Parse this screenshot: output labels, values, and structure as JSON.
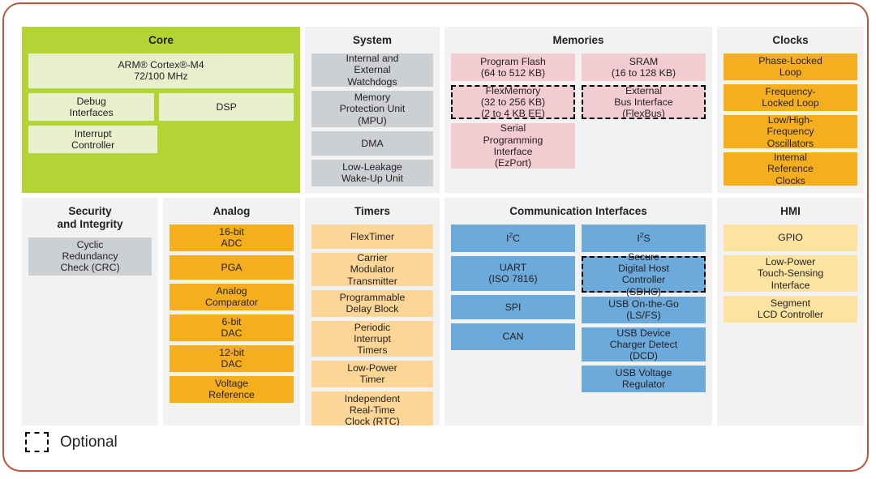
{
  "legend": {
    "optional_label": "Optional",
    "swatch_name": "dashed-outline-swatch"
  },
  "colors": {
    "frame_border": "#C0543A",
    "panel_bg": "#F2F2F2",
    "core_green": "#B5D335",
    "core_block": "#E8EFCC",
    "gray_block": "#CDD0D3",
    "pink_block": "#F2CCD0",
    "amber_block": "#F5AF1E",
    "blue_block": "#6CAADC",
    "peach_block": "#FBD696",
    "cream_block": "#FCE3A0",
    "dashed_border": "#000000"
  },
  "sections": {
    "core": {
      "title": "Core",
      "cpu": "ARM® Cortex®-M4\n72/100 MHz",
      "cpu_line1": "ARM® Cortex®-M4",
      "cpu_line2": "72/100 MHz",
      "debug": "Debug\nInterfaces",
      "dsp": "DSP",
      "interrupt": "Interrupt\nController"
    },
    "system": {
      "title": "System",
      "blocks": [
        {
          "label": "Internal and\nExternal\nWatchdogs",
          "optional": false
        },
        {
          "label": "Memory\nProtection Unit\n(MPU)",
          "optional": false
        },
        {
          "label": "DMA",
          "optional": false
        },
        {
          "label": "Low-Leakage\nWake-Up Unit",
          "optional": false
        }
      ]
    },
    "memories": {
      "title": "Memories",
      "left": [
        {
          "label": "Program Flash\n(64 to 512 KB)",
          "optional": false
        },
        {
          "label": "FlexMemory\n(32 to 256 KB)\n(2 to 4 KB EE)",
          "optional": true
        },
        {
          "label": "Serial\nProgramming\nInterface\n(EzPort)",
          "optional": false
        }
      ],
      "right": [
        {
          "label": "SRAM\n(16 to 128 KB)",
          "optional": false
        },
        {
          "label": "External\nBus Interface\n(FlexBus)",
          "optional": true
        }
      ]
    },
    "clocks": {
      "title": "Clocks",
      "blocks": [
        {
          "label": "Phase-Locked\nLoop",
          "optional": false
        },
        {
          "label": "Frequency-\nLocked Loop",
          "optional": false
        },
        {
          "label": "Low/High-\nFrequency\nOscillators",
          "optional": false
        },
        {
          "label": "Internal\nReference\nClocks",
          "optional": false
        }
      ]
    },
    "security": {
      "title": "Security\nand Integrity",
      "title_line1": "Security",
      "title_line2": "and Integrity",
      "blocks": [
        {
          "label": "Cyclic\nRedundancy\nCheck (CRC)",
          "optional": false
        }
      ]
    },
    "analog": {
      "title": "Analog",
      "blocks": [
        {
          "label": "16-bit\nADC",
          "optional": false
        },
        {
          "label": "PGA",
          "optional": false
        },
        {
          "label": "Analog\nComparator",
          "optional": false
        },
        {
          "label": "6-bit\nDAC",
          "optional": false
        },
        {
          "label": "12-bit\nDAC",
          "optional": false
        },
        {
          "label": "Voltage\nReference",
          "optional": false
        }
      ]
    },
    "timers": {
      "title": "Timers",
      "blocks": [
        {
          "label": "FlexTimer",
          "optional": false
        },
        {
          "label": "Carrier\nModulator\nTransmitter",
          "optional": false
        },
        {
          "label": "Programmable\nDelay Block",
          "optional": false
        },
        {
          "label": "Periodic\nInterrupt\nTimers",
          "optional": false
        },
        {
          "label": "Low-Power\nTimer",
          "optional": false
        },
        {
          "label": "Independent\nReal-Time\nClock (RTC)",
          "optional": false
        }
      ]
    },
    "communication": {
      "title": "Communication Interfaces",
      "left": [
        {
          "label": "I2C",
          "html": "I<sup>2</sup>C",
          "optional": false
        },
        {
          "label": "UART\n(ISO 7816)",
          "optional": false
        },
        {
          "label": "SPI",
          "optional": false
        },
        {
          "label": "CAN",
          "optional": false
        }
      ],
      "right": [
        {
          "label": "I2S",
          "html": "I<sup>2</sup>S",
          "optional": false
        },
        {
          "label": "Secure\nDigital Host\nController\n(SDHC)",
          "optional": true
        },
        {
          "label": "USB On-the-Go\n(LS/FS)",
          "optional": false
        },
        {
          "label": "USB Device\nCharger Detect\n(DCD)",
          "optional": false
        },
        {
          "label": "USB Voltage\nRegulator",
          "optional": false
        }
      ]
    },
    "hmi": {
      "title": "HMI",
      "blocks": [
        {
          "label": "GPIO",
          "optional": false
        },
        {
          "label": "Low-Power\nTouch-Sensing\nInterface",
          "optional": false
        },
        {
          "label": "Segment\nLCD Controller",
          "optional": false
        }
      ]
    }
  }
}
